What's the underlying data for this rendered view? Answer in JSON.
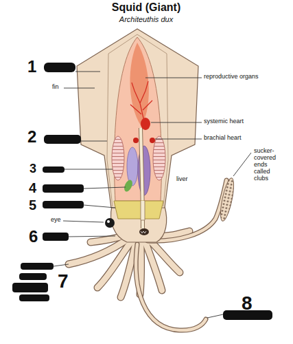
{
  "diagram": {
    "title": "Squid (Giant)",
    "labels": [
      "Architeuthis dux",
      "1",
      "fin",
      "reproductive organs",
      "systemic heart",
      "2",
      "brachial heart",
      "3",
      "4",
      "liver",
      "sucker-covered ends called clubs",
      "5",
      "eye",
      "6",
      "7",
      "8"
    ]
  }
}
